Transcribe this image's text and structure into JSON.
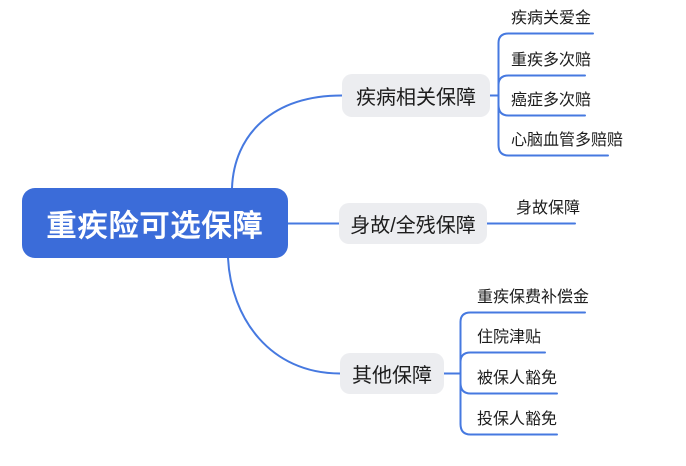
{
  "diagram": {
    "type": "mindmap",
    "root": {
      "label": "重疾险可选保障"
    },
    "branches": [
      {
        "label": "疾病相关保障",
        "children": [
          {
            "label": "疾病关爱金"
          },
          {
            "label": "重疾多次赔"
          },
          {
            "label": "癌症多次赔"
          },
          {
            "label": "心脑血管多赔赔"
          }
        ]
      },
      {
        "label": "身故/全残保障",
        "children": [
          {
            "label": "身故保障"
          }
        ]
      },
      {
        "label": "其他保障",
        "children": [
          {
            "label": "重疾保费补偿金"
          },
          {
            "label": "住院津贴"
          },
          {
            "label": "被保人豁免"
          },
          {
            "label": "投保人豁免"
          }
        ]
      }
    ],
    "colors": {
      "root_fill": "#3b6cd9",
      "root_text": "#ffffff",
      "branch_fill": "#ecedf0",
      "branch_text": "#1c1c1c",
      "line": "#4679e0",
      "background": "#ffffff"
    }
  }
}
